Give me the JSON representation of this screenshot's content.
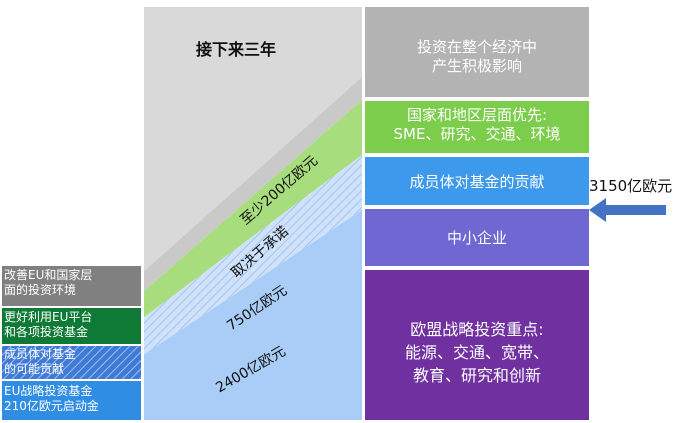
{
  "colors": {
    "grey": "#b3b3b3",
    "green": "#7dcd4d",
    "dark_green": "#0f7a36",
    "blue": "#2f8de4",
    "light_blue": "#a9cdf6",
    "hatch_blue": "#3f7ad6",
    "purple_mid": "#6f68d3",
    "purple": "#7030a0",
    "arrow": "#4472c4"
  },
  "top_label": "接下来三年",
  "left_boxes": [
    {
      "text": "改善EU和国家层\n面的投资环境",
      "color": "grey"
    },
    {
      "text": "更好利用EU平台\n和各项投资基金",
      "color": "dark_green"
    },
    {
      "text": "成员体对基金\n的可能贡献",
      "color": "hatch_blue"
    },
    {
      "text": "EU战略投资基金\n210亿欧元启动金",
      "color": "blue"
    }
  ],
  "diagonal_labels": {
    "at_least": "至少200亿欧元",
    "depends": "取决于承诺",
    "b750": "750亿欧元",
    "b2400": "2400亿欧元"
  },
  "right_boxes": [
    {
      "text": "投资在整个经济中\n产生积极影响",
      "color": "grey",
      "text_color": "#ffffff"
    },
    {
      "text": "国家和地区层面优先:\nSME、研究、交通、环境",
      "color": "green",
      "text_color": "#ffffff"
    },
    {
      "text": "成员体对基金的贡献",
      "color": "blue",
      "text_color": "#ffffff"
    },
    {
      "text": "中小企业",
      "color": "purple_mid",
      "text_color": "#ffffff"
    },
    {
      "text": "欧盟战略投资重点:\n能源、交通、宽带、\n教育、研究和创新",
      "color": "purple",
      "text_color": "#ffffff"
    }
  ],
  "arrow_label": "3150亿欧元"
}
